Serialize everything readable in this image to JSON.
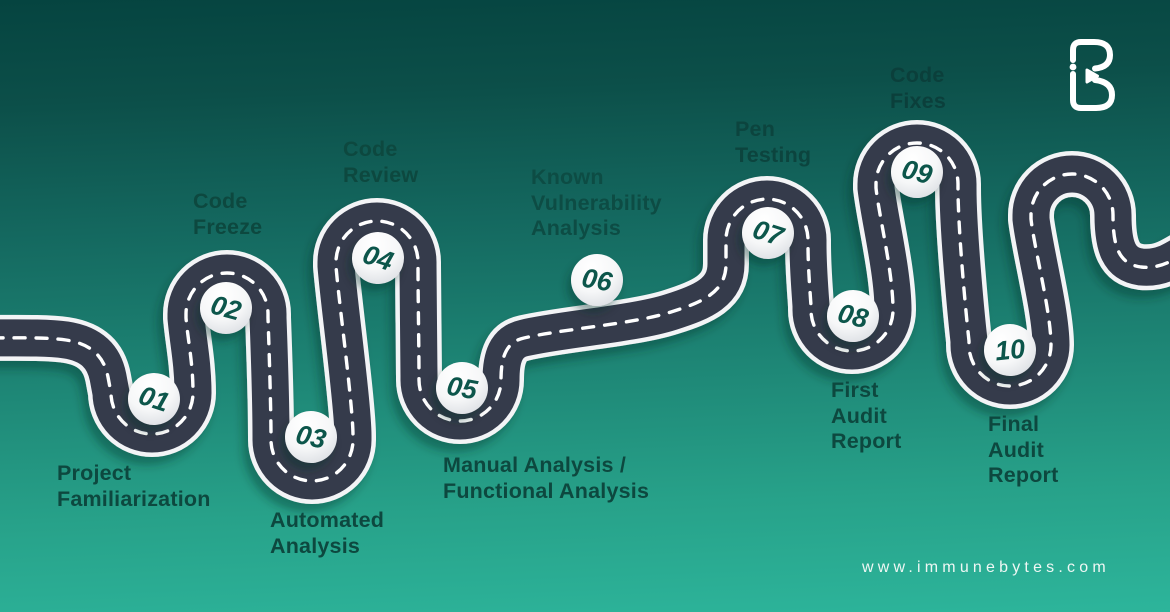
{
  "brand": {
    "logo": "immunebytes-ib-logo",
    "website": "www.immunebytes.com"
  },
  "colors": {
    "background_top": "#054440",
    "background_bottom": "#2db59b",
    "road": "#343a4c",
    "road_edge": "#f3f4f6",
    "dash_line": "#ffffff",
    "label_text": "#0d483f",
    "marker_number": "#0a564b",
    "marker_fill": "#ffffff"
  },
  "milestones": [
    {
      "number": "01",
      "label": "Project Familiarization",
      "lines": [
        "Project",
        "Familiarization"
      ]
    },
    {
      "number": "02",
      "label": "Code Freeze",
      "lines": [
        "Code",
        "Freeze"
      ]
    },
    {
      "number": "03",
      "label": "Automated Analysis",
      "lines": [
        "Automated",
        "Analysis"
      ]
    },
    {
      "number": "04",
      "label": "Code Review",
      "lines": [
        "Code",
        "Review"
      ]
    },
    {
      "number": "05",
      "label": "Manual Analysis / Functional Analysis",
      "lines": [
        "Manual Analysis /",
        "Functional Analysis"
      ]
    },
    {
      "number": "06",
      "label": "Known Vulnerability Analysis",
      "lines": [
        "Known",
        "Vulnerability",
        "Analysis"
      ]
    },
    {
      "number": "07",
      "label": "Pen Testing",
      "lines": [
        "Pen",
        "Testing"
      ]
    },
    {
      "number": "08",
      "label": "First Audit Report",
      "lines": [
        "First",
        "Audit",
        "Report"
      ]
    },
    {
      "number": "09",
      "label": "Code Fixes",
      "lines": [
        "Code",
        "Fixes"
      ]
    },
    {
      "number": "10",
      "label": "Final Audit Report",
      "lines": [
        "Final",
        "Audit",
        "Report"
      ]
    }
  ]
}
